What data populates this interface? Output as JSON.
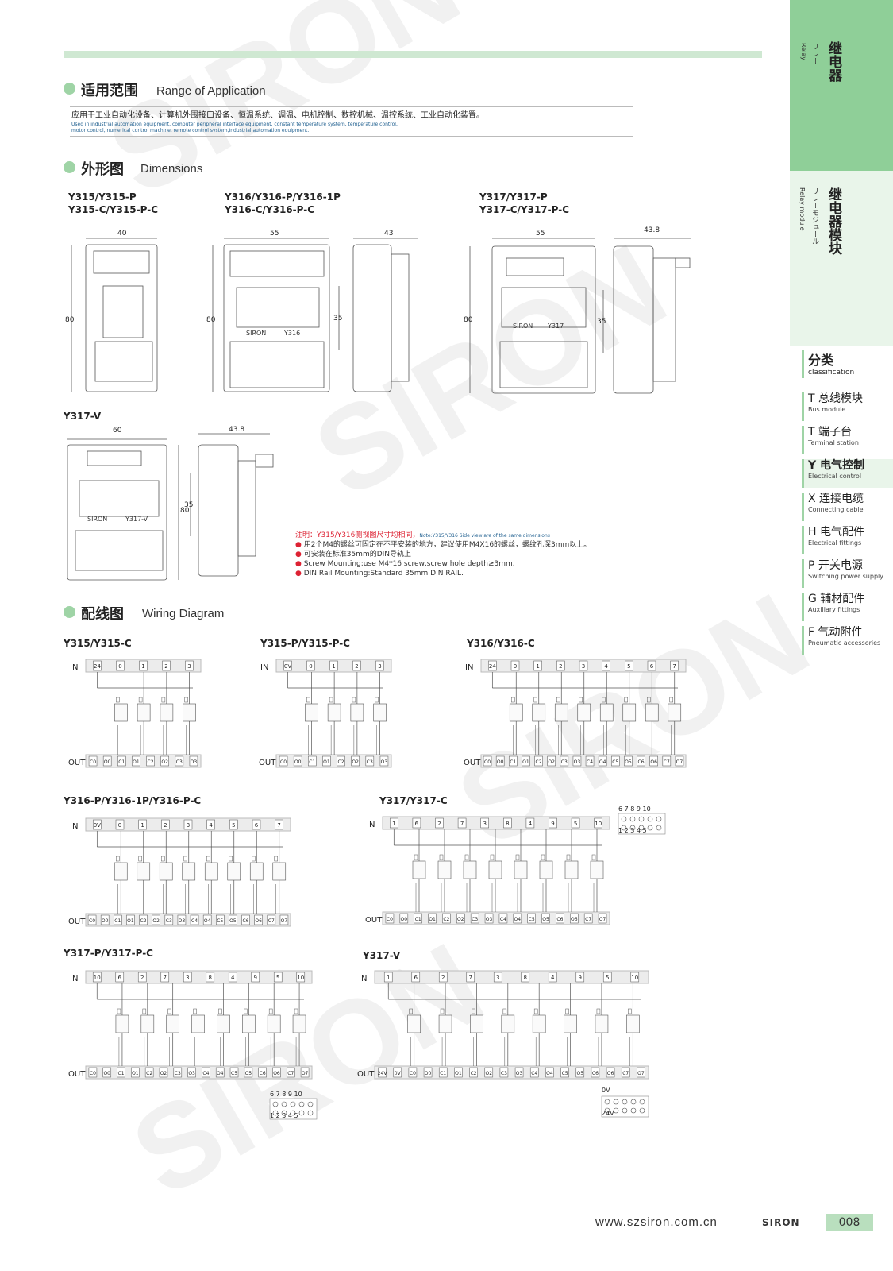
{
  "sections": {
    "application": {
      "cn": "适用范围",
      "en": "Range of Application"
    },
    "dimensions": {
      "cn": "外形图",
      "en": "Dimensions"
    },
    "wiring": {
      "cn": "配线图",
      "en": "Wiring Diagram"
    }
  },
  "application_text": {
    "cn": "应用于工业自动化设备、计算机外围接口设备、恒温系统、调温、电机控制、数控机械、温控系统、工业自动化装置。",
    "en1": "Used in industrial automation equipment, computer peripheral interface equipment, constant temperature system, temperature control,",
    "en2": "motor control, numerical control machine, remote control system,Industrial automation equipment."
  },
  "dimension_models": {
    "m1a": "Y315/Y315-P",
    "m1b": "Y315-C/Y315-P-C",
    "m2a": "Y316/Y316-P/Y316-1P",
    "m2b": "Y316-C/Y316-P-C",
    "m3a": "Y317/Y317-P",
    "m3b": "Y317-C/Y317-P-C",
    "m4": "Y317-V"
  },
  "dims": {
    "w40": "40",
    "h80": "80",
    "w55": "55",
    "d43": "43",
    "rail35": "35",
    "w55b": "55",
    "d438": "43.8",
    "w60": "60",
    "d438b": "43.8"
  },
  "labels": {
    "brand": "SIRON",
    "y316": "Y316",
    "y317": "Y317",
    "y317v": "Y317-V"
  },
  "note": {
    "title": "注明：Y315/Y316侧视图尺寸均相同，",
    "title_en": "Note:Y315/Y316 Side view are of the same dimensions",
    "l1": "用2个M4的螺丝可固定在不平安装的地方，建议使用M4X16的螺丝，螺纹孔深3mm以上。",
    "l2": "可安装在标准35mm的DIN导轨上",
    "l3": "Screw Mounting:use M4*16 screw,screw hole depth≥3mm.",
    "l4": "DIN Rail Mounting:Standard 35mm DIN RAIL."
  },
  "wiring_models": {
    "w1": "Y315/Y315-C",
    "w2": "Y315-P/Y315-P-C",
    "w3": "Y316/Y316-C",
    "w4": "Y316-P/Y316-1P/Y316-P-C",
    "w5": "Y317/Y317-C",
    "w6": "Y317-P/Y317-P-C",
    "w7": "Y317-V"
  },
  "wiring_io": {
    "in": "IN",
    "out": "OUT"
  },
  "terminals": {
    "w1_in": [
      "24",
      "0",
      "1",
      "2",
      "3"
    ],
    "w1_out": [
      "C0",
      "O0",
      "C1",
      "O1",
      "C2",
      "O2",
      "C3",
      "O3"
    ],
    "w2_in": [
      "0V",
      "0",
      "1",
      "2",
      "3"
    ],
    "w2_out": [
      "C0",
      "O0",
      "C1",
      "O1",
      "C2",
      "O2",
      "C3",
      "O3"
    ],
    "w3_in": [
      "24",
      "0",
      "1",
      "2",
      "3",
      "4",
      "5",
      "6",
      "7"
    ],
    "w3_out": [
      "C0",
      "O0",
      "C1",
      "O1",
      "C2",
      "O2",
      "C3",
      "O3",
      "C4",
      "O4",
      "C5",
      "O5",
      "C6",
      "O6",
      "C7",
      "O7"
    ],
    "w4_in": [
      "0V",
      "0",
      "1",
      "2",
      "3",
      "4",
      "5",
      "6",
      "7"
    ],
    "w4_out": [
      "C0",
      "O0",
      "C1",
      "O1",
      "C2",
      "O2",
      "C3",
      "O3",
      "C4",
      "O4",
      "C5",
      "O5",
      "C6",
      "O6",
      "C7",
      "O7"
    ],
    "w5_in": [
      "1",
      "6",
      "2",
      "7",
      "3",
      "8",
      "4",
      "9",
      "5",
      "10"
    ],
    "w5_out": [
      "C0",
      "O0",
      "C1",
      "O1",
      "C2",
      "O2",
      "C3",
      "O3",
      "C4",
      "O4",
      "C5",
      "O5",
      "C6",
      "O6",
      "C7",
      "O7"
    ],
    "w6_in": [
      "10",
      "6",
      "2",
      "7",
      "3",
      "8",
      "4",
      "9",
      "5",
      "10"
    ],
    "w6_out": [
      "C0",
      "O0",
      "C1",
      "O1",
      "C2",
      "O2",
      "C3",
      "O3",
      "C4",
      "O4",
      "C5",
      "O5",
      "C6",
      "O6",
      "C7",
      "O7"
    ],
    "w7_in": [
      "1",
      "6",
      "2",
      "7",
      "3",
      "8",
      "4",
      "9",
      "5",
      "10"
    ],
    "w7_out": [
      "24V",
      "0V",
      "C0",
      "O0",
      "C1",
      "O1",
      "C2",
      "O2",
      "C3",
      "O3",
      "C4",
      "O4",
      "C5",
      "O5",
      "C6",
      "O6",
      "C7",
      "O7"
    ]
  },
  "connector": {
    "top": "6 7 8 9 10",
    "bottom": "1 2 3 4 5",
    "v_top": "0V",
    "v_bottom": "24V"
  },
  "sidebar": {
    "top_cn": "继电器",
    "top_jp": "リレー",
    "top_en": "Relay",
    "mid_cn": "继电器模块",
    "mid_jp": "リレーモジュール",
    "mid_en": "Relay module",
    "class_cn": "分类",
    "class_en": "classification",
    "items": [
      {
        "cn": "T 总线模块",
        "en": "Bus module"
      },
      {
        "cn": "T 端子台",
        "en": "Terminal station"
      },
      {
        "cn": "Y 电气控制",
        "en": "Electrical control"
      },
      {
        "cn": "X 连接电缆",
        "en": "Connecting cable"
      },
      {
        "cn": "H 电气配件",
        "en": "Electrical fittings"
      },
      {
        "cn": "P 开关电源",
        "en": "Switching power supply"
      },
      {
        "cn": "G 辅材配件",
        "en": "Auxiliary fittings"
      },
      {
        "cn": "F 气动附件",
        "en": "Pneumatic accessories"
      }
    ]
  },
  "footer": {
    "url": "www.szsiron.com.cn",
    "brand": "SIRON",
    "page": "008"
  },
  "colors": {
    "accent": "#9fd4a6",
    "accent_dark": "#8fcf98",
    "accent_light": "#e9f5ea",
    "note_red": "#dd2233"
  }
}
